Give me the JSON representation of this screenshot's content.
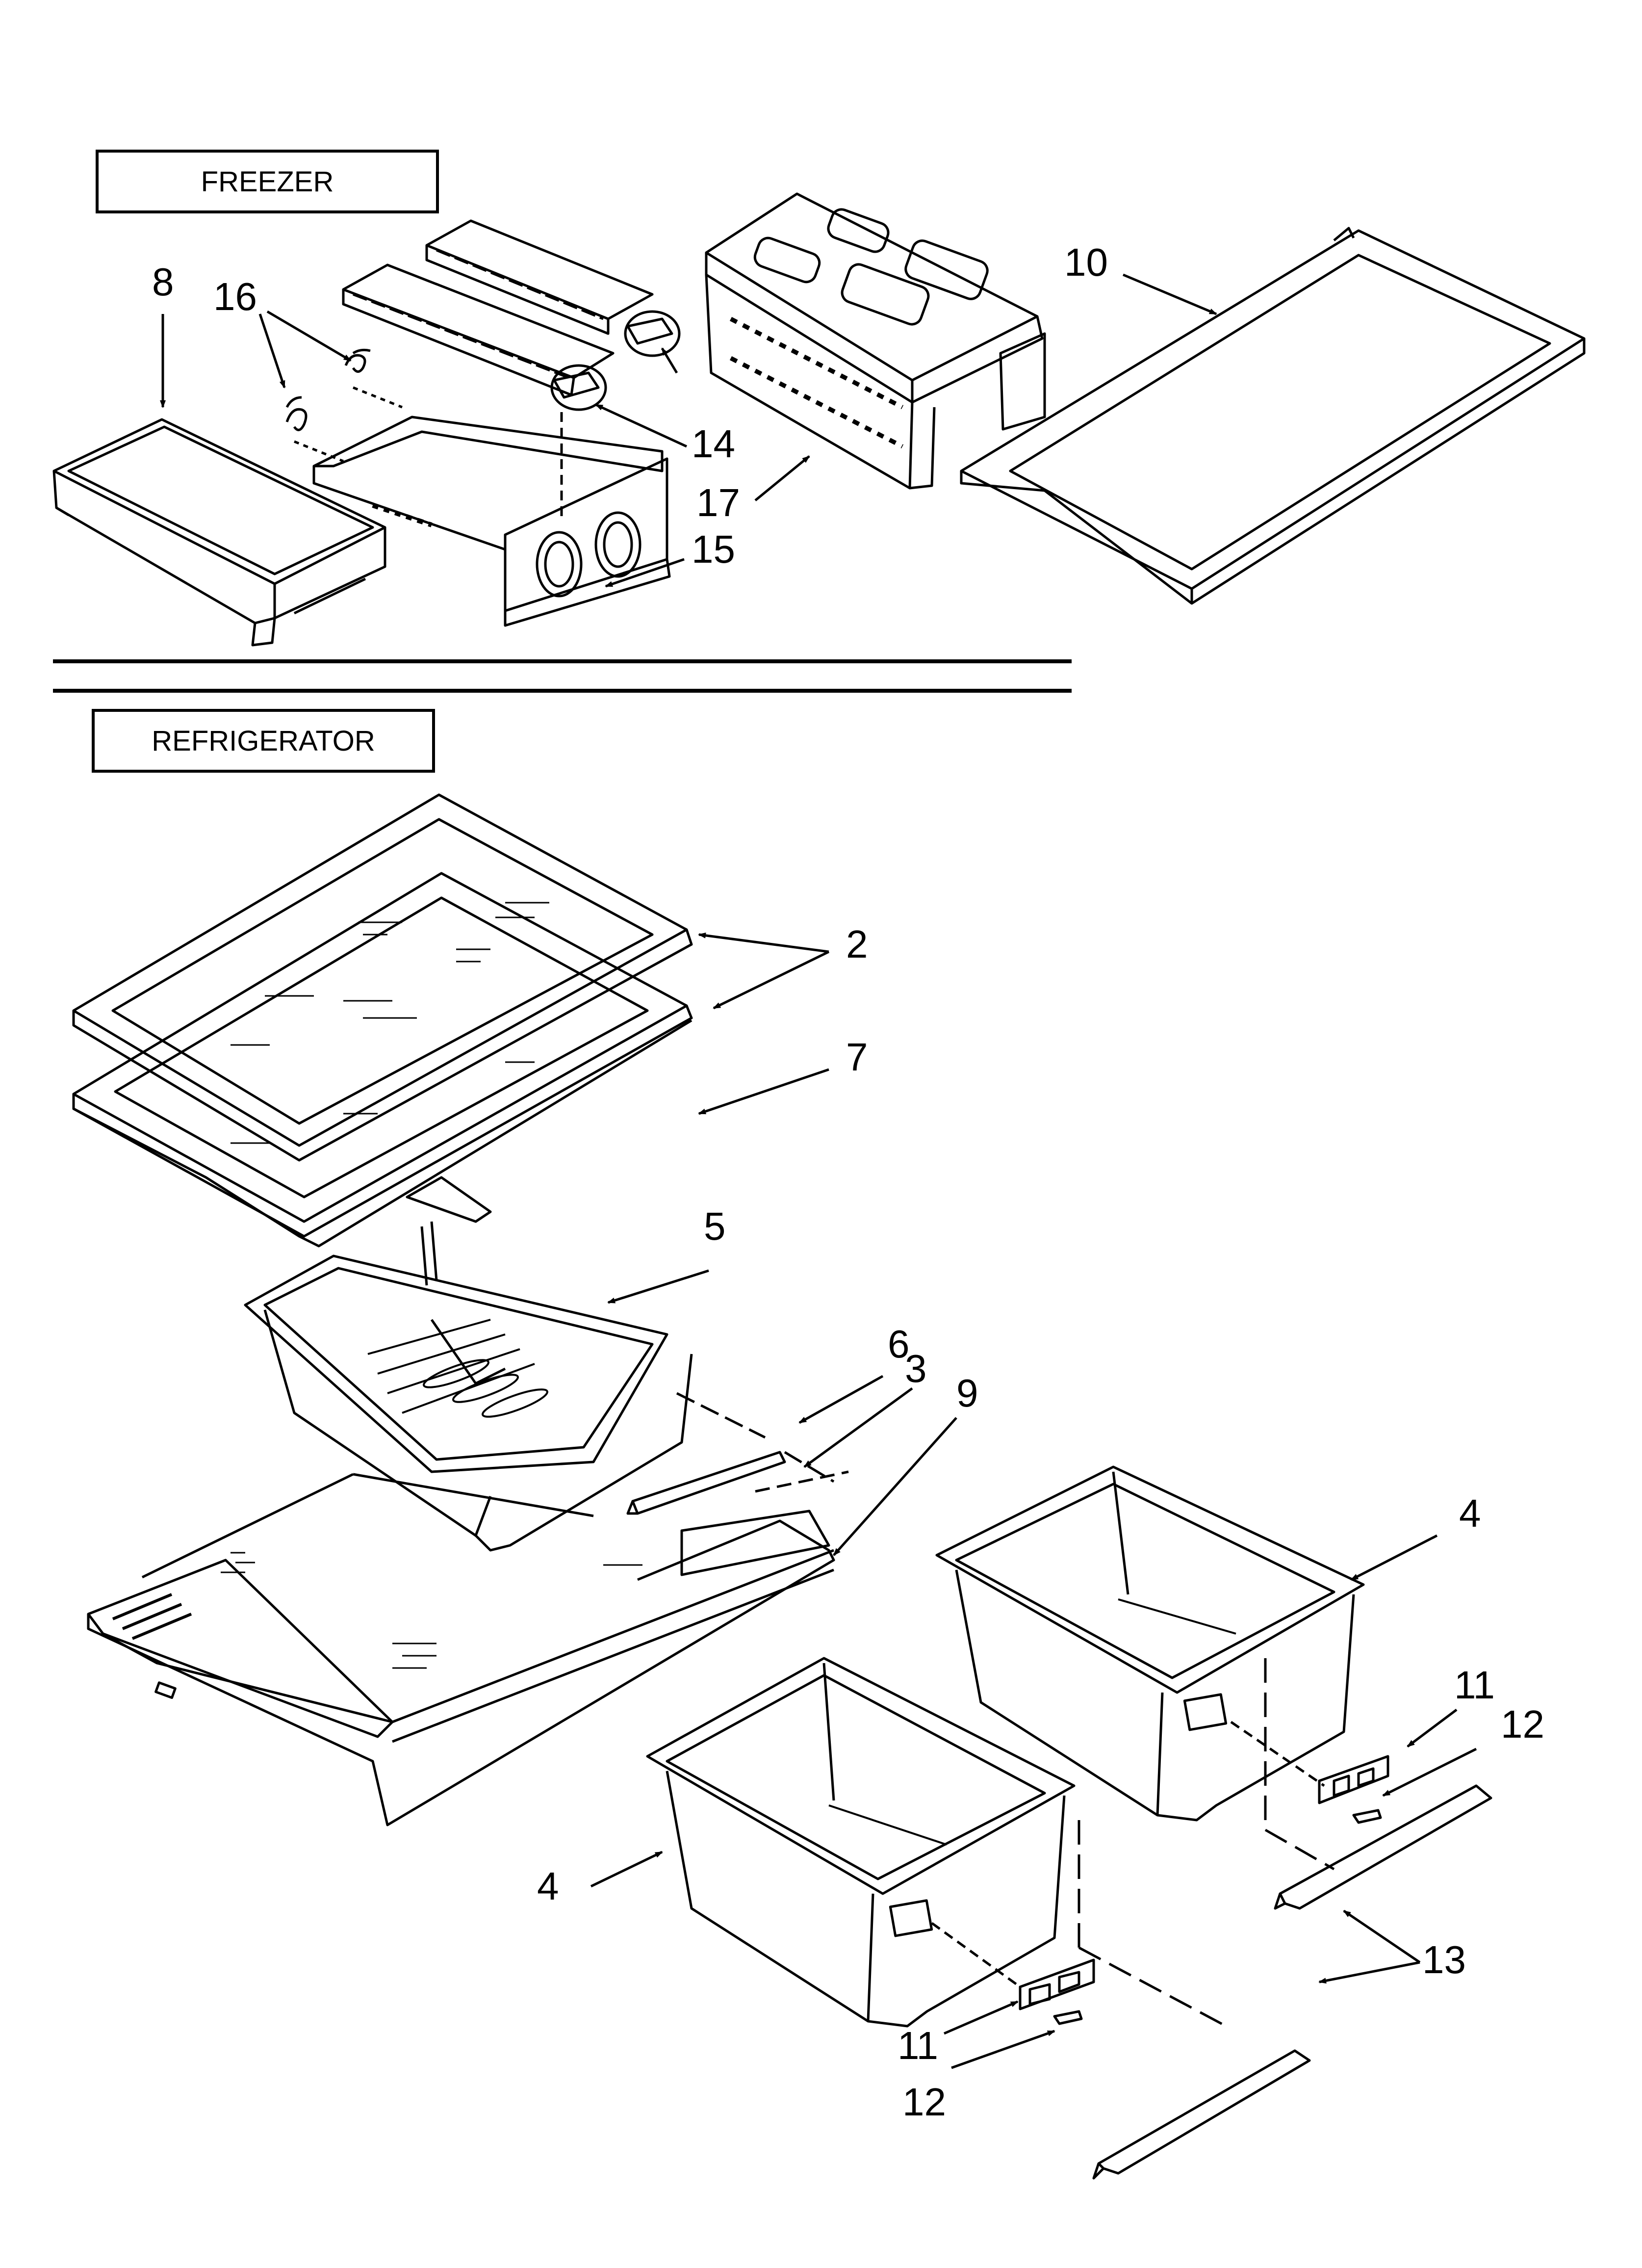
{
  "sections": {
    "freezer": "FREEZER",
    "refrigerator": "REFRIGERATOR"
  },
  "callouts": {
    "c8": "8",
    "c16": "16",
    "c14": "14",
    "c15": "15",
    "c17": "17",
    "c10": "10",
    "c2": "2",
    "c7": "7",
    "c5": "5",
    "c6": "6",
    "c3": "3",
    "c9": "9",
    "c4a": "4",
    "c4b": "4",
    "c11a": "11",
    "c12a": "12",
    "c11b": "11",
    "c12b": "12",
    "c13": "13"
  }
}
